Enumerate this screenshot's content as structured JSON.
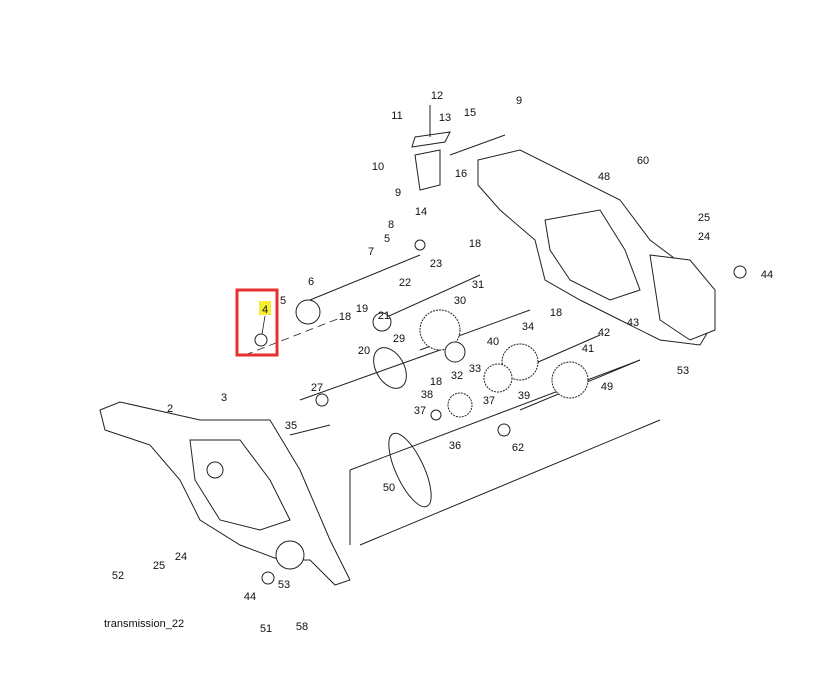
{
  "diagram": {
    "caption": "transmission_22",
    "highlighted_part": "4",
    "highlight_colors": {
      "box": "#e8312f",
      "label_bg": "#f5ee30"
    },
    "callouts": [
      "12",
      "11",
      "13",
      "15",
      "9",
      "10",
      "16",
      "9",
      "14",
      "48",
      "60",
      "25",
      "24",
      "8",
      "5",
      "18",
      "7",
      "44",
      "23",
      "22",
      "6",
      "31",
      "5",
      "30",
      "18",
      "19",
      "4",
      "18",
      "21",
      "34",
      "42",
      "43",
      "29",
      "20",
      "40",
      "41",
      "33",
      "32",
      "53",
      "18",
      "27",
      "39",
      "37",
      "38",
      "49",
      "3",
      "2",
      "35",
      "37",
      "36",
      "62",
      "50",
      "25",
      "24",
      "52",
      "53",
      "44",
      "51",
      "58"
    ]
  }
}
